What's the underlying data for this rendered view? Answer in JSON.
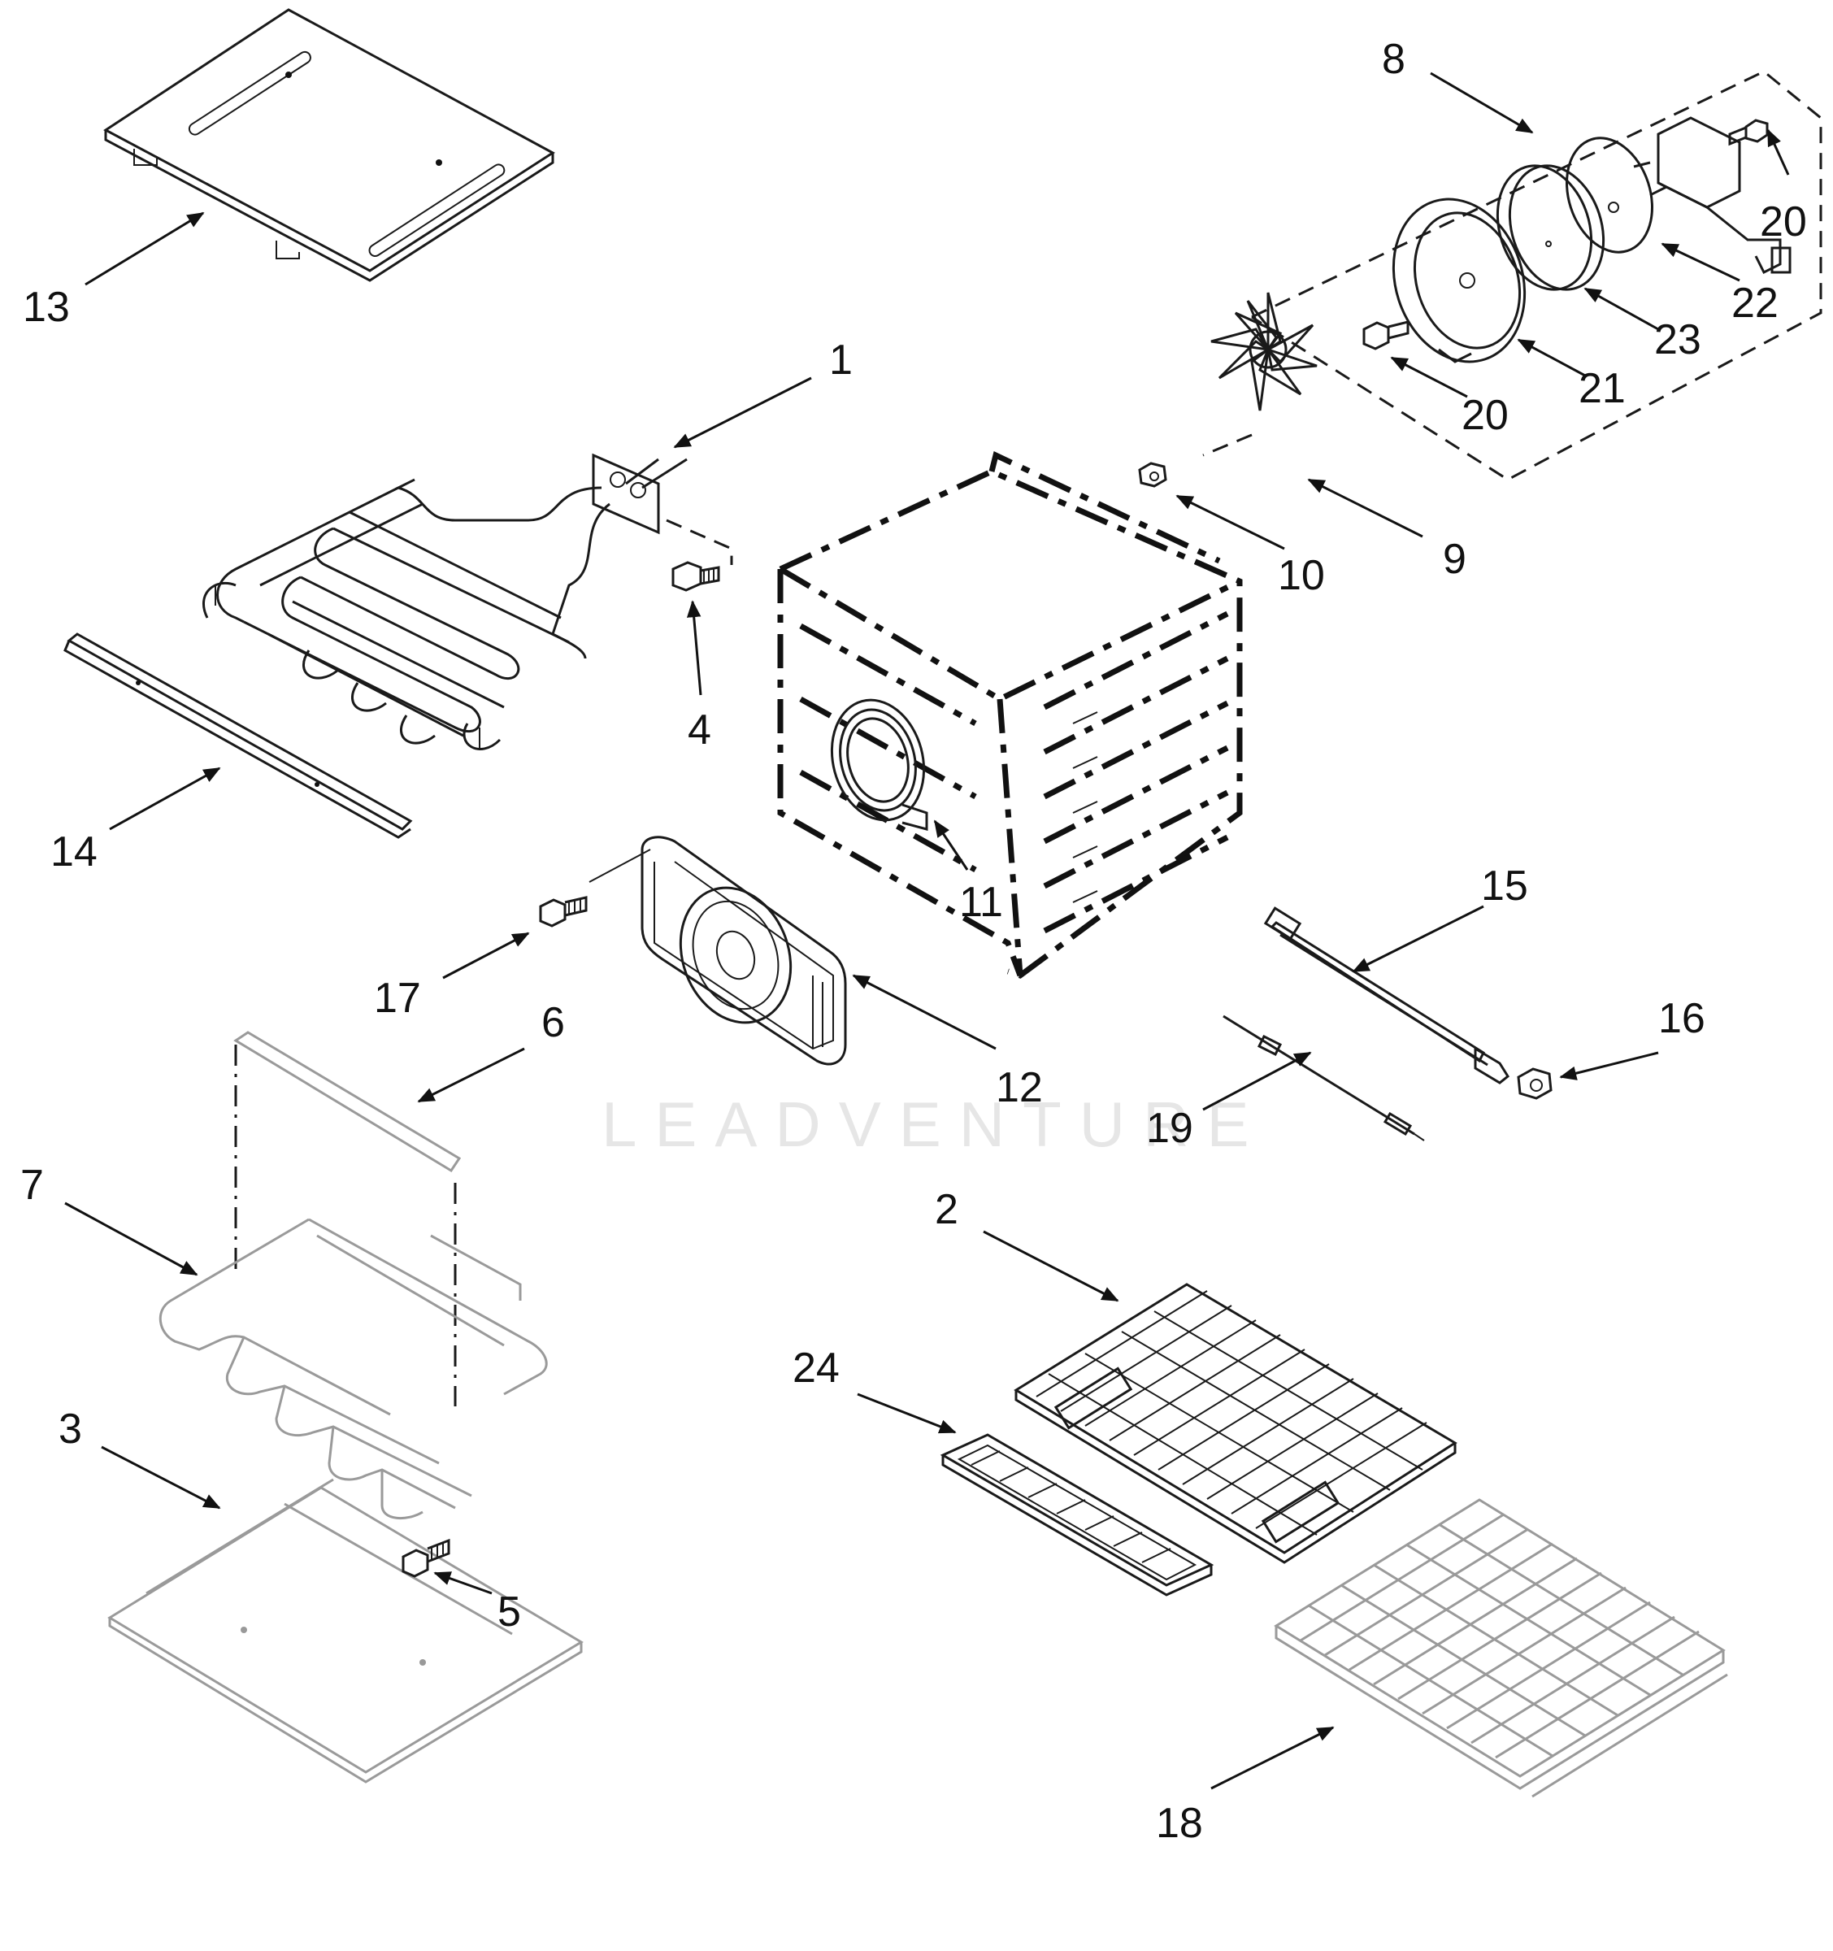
{
  "watermark": "LEADVENTURE",
  "callouts": [
    {
      "id": "c13",
      "label": "13"
    },
    {
      "id": "c1",
      "label": "1"
    },
    {
      "id": "c14",
      "label": "14"
    },
    {
      "id": "c4",
      "label": "4"
    },
    {
      "id": "c8",
      "label": "8"
    },
    {
      "id": "c20a",
      "label": "20"
    },
    {
      "id": "c22",
      "label": "22"
    },
    {
      "id": "c23",
      "label": "23"
    },
    {
      "id": "c21",
      "label": "21"
    },
    {
      "id": "c20b",
      "label": "20"
    },
    {
      "id": "c10",
      "label": "10"
    },
    {
      "id": "c9",
      "label": "9"
    },
    {
      "id": "c11",
      "label": "11"
    },
    {
      "id": "c15",
      "label": "15"
    },
    {
      "id": "c16",
      "label": "16"
    },
    {
      "id": "c17",
      "label": "17"
    },
    {
      "id": "c6",
      "label": "6"
    },
    {
      "id": "c12",
      "label": "12"
    },
    {
      "id": "c19",
      "label": "19"
    },
    {
      "id": "c7",
      "label": "7"
    },
    {
      "id": "c2",
      "label": "2"
    },
    {
      "id": "c24",
      "label": "24"
    },
    {
      "id": "c3",
      "label": "3"
    },
    {
      "id": "c5",
      "label": "5"
    },
    {
      "id": "c18",
      "label": "18"
    }
  ]
}
